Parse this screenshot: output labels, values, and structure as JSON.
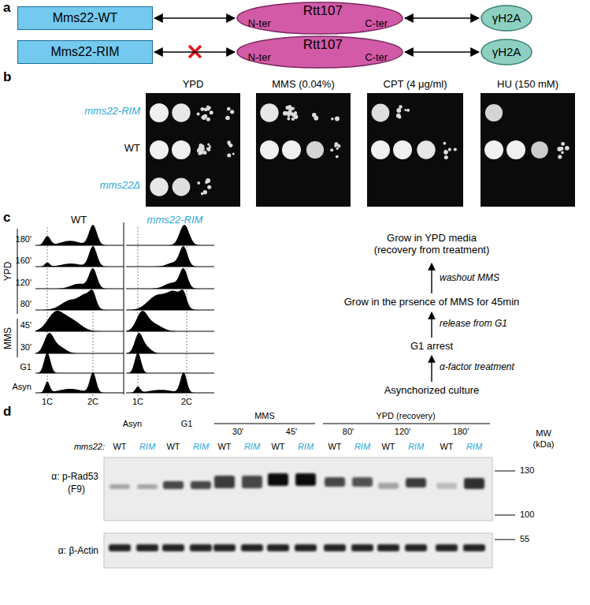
{
  "diagram": {
    "nodes": [
      {
        "text": [
          "Mms22-WT"
        ]
      },
      {
        "text": [
          "N-ter",
          "Rtt107",
          "C-ter"
        ]
      },
      {
        "text": [
          "γH2A"
        ]
      },
      {
        "text": [
          "Mms22-RIM"
        ]
      },
      {
        "text": [
          "N-ter",
          "Rtt107",
          "C-ter"
        ]
      },
      {
        "text": [
          "γH2A"
        ]
      }
    ],
    "edges": [
      {
        "from": 0,
        "to": 1,
        "arrow": "both"
      },
      {
        "from": 1,
        "to": 2,
        "arrow": "both"
      },
      {
        "from": 3,
        "to": 4,
        "arrow": "both"
      },
      {
        "from": 4,
        "to": 5,
        "arrow": "both"
      }
    ],
    "labels": [
      "a",
      "b",
      "c",
      "d",
      "YPD",
      "MMS (0.04%)",
      "CPT (4 μg/ml)",
      "HU (150 mM)",
      "mms22-RIM",
      "WT",
      "mms22Δ",
      "WT",
      "mms22-RIM",
      "180'",
      "160'",
      "120'",
      "80'",
      "45'",
      "30'",
      "G1",
      "Asyn",
      "YPD",
      "MMS",
      "1C",
      "2C",
      "1C",
      "2C",
      "Grow in YPD media (recovery from treatment)",
      "washout MMS",
      "Grow in the prsence of MMS for 45min",
      "release from G1",
      "G1 arrest",
      "α-factor treatment",
      "Asynchorized culture",
      "Asyn",
      "G1",
      "MMS",
      "YPD (recovery)",
      "30'",
      "45'",
      "80'",
      "120'",
      "180'",
      "mms22:",
      "WT",
      "RIM",
      "WT",
      "RIM",
      "WT",
      "RIM",
      "WT",
      "RIM",
      "WT",
      "RIM",
      "WT",
      "RIM",
      "WT",
      "RIM",
      "α: p-Rad53",
      "(F9)",
      "α: β-Actin",
      "MW",
      "(kDa)",
      "130",
      "100",
      "55"
    ]
  }
}
